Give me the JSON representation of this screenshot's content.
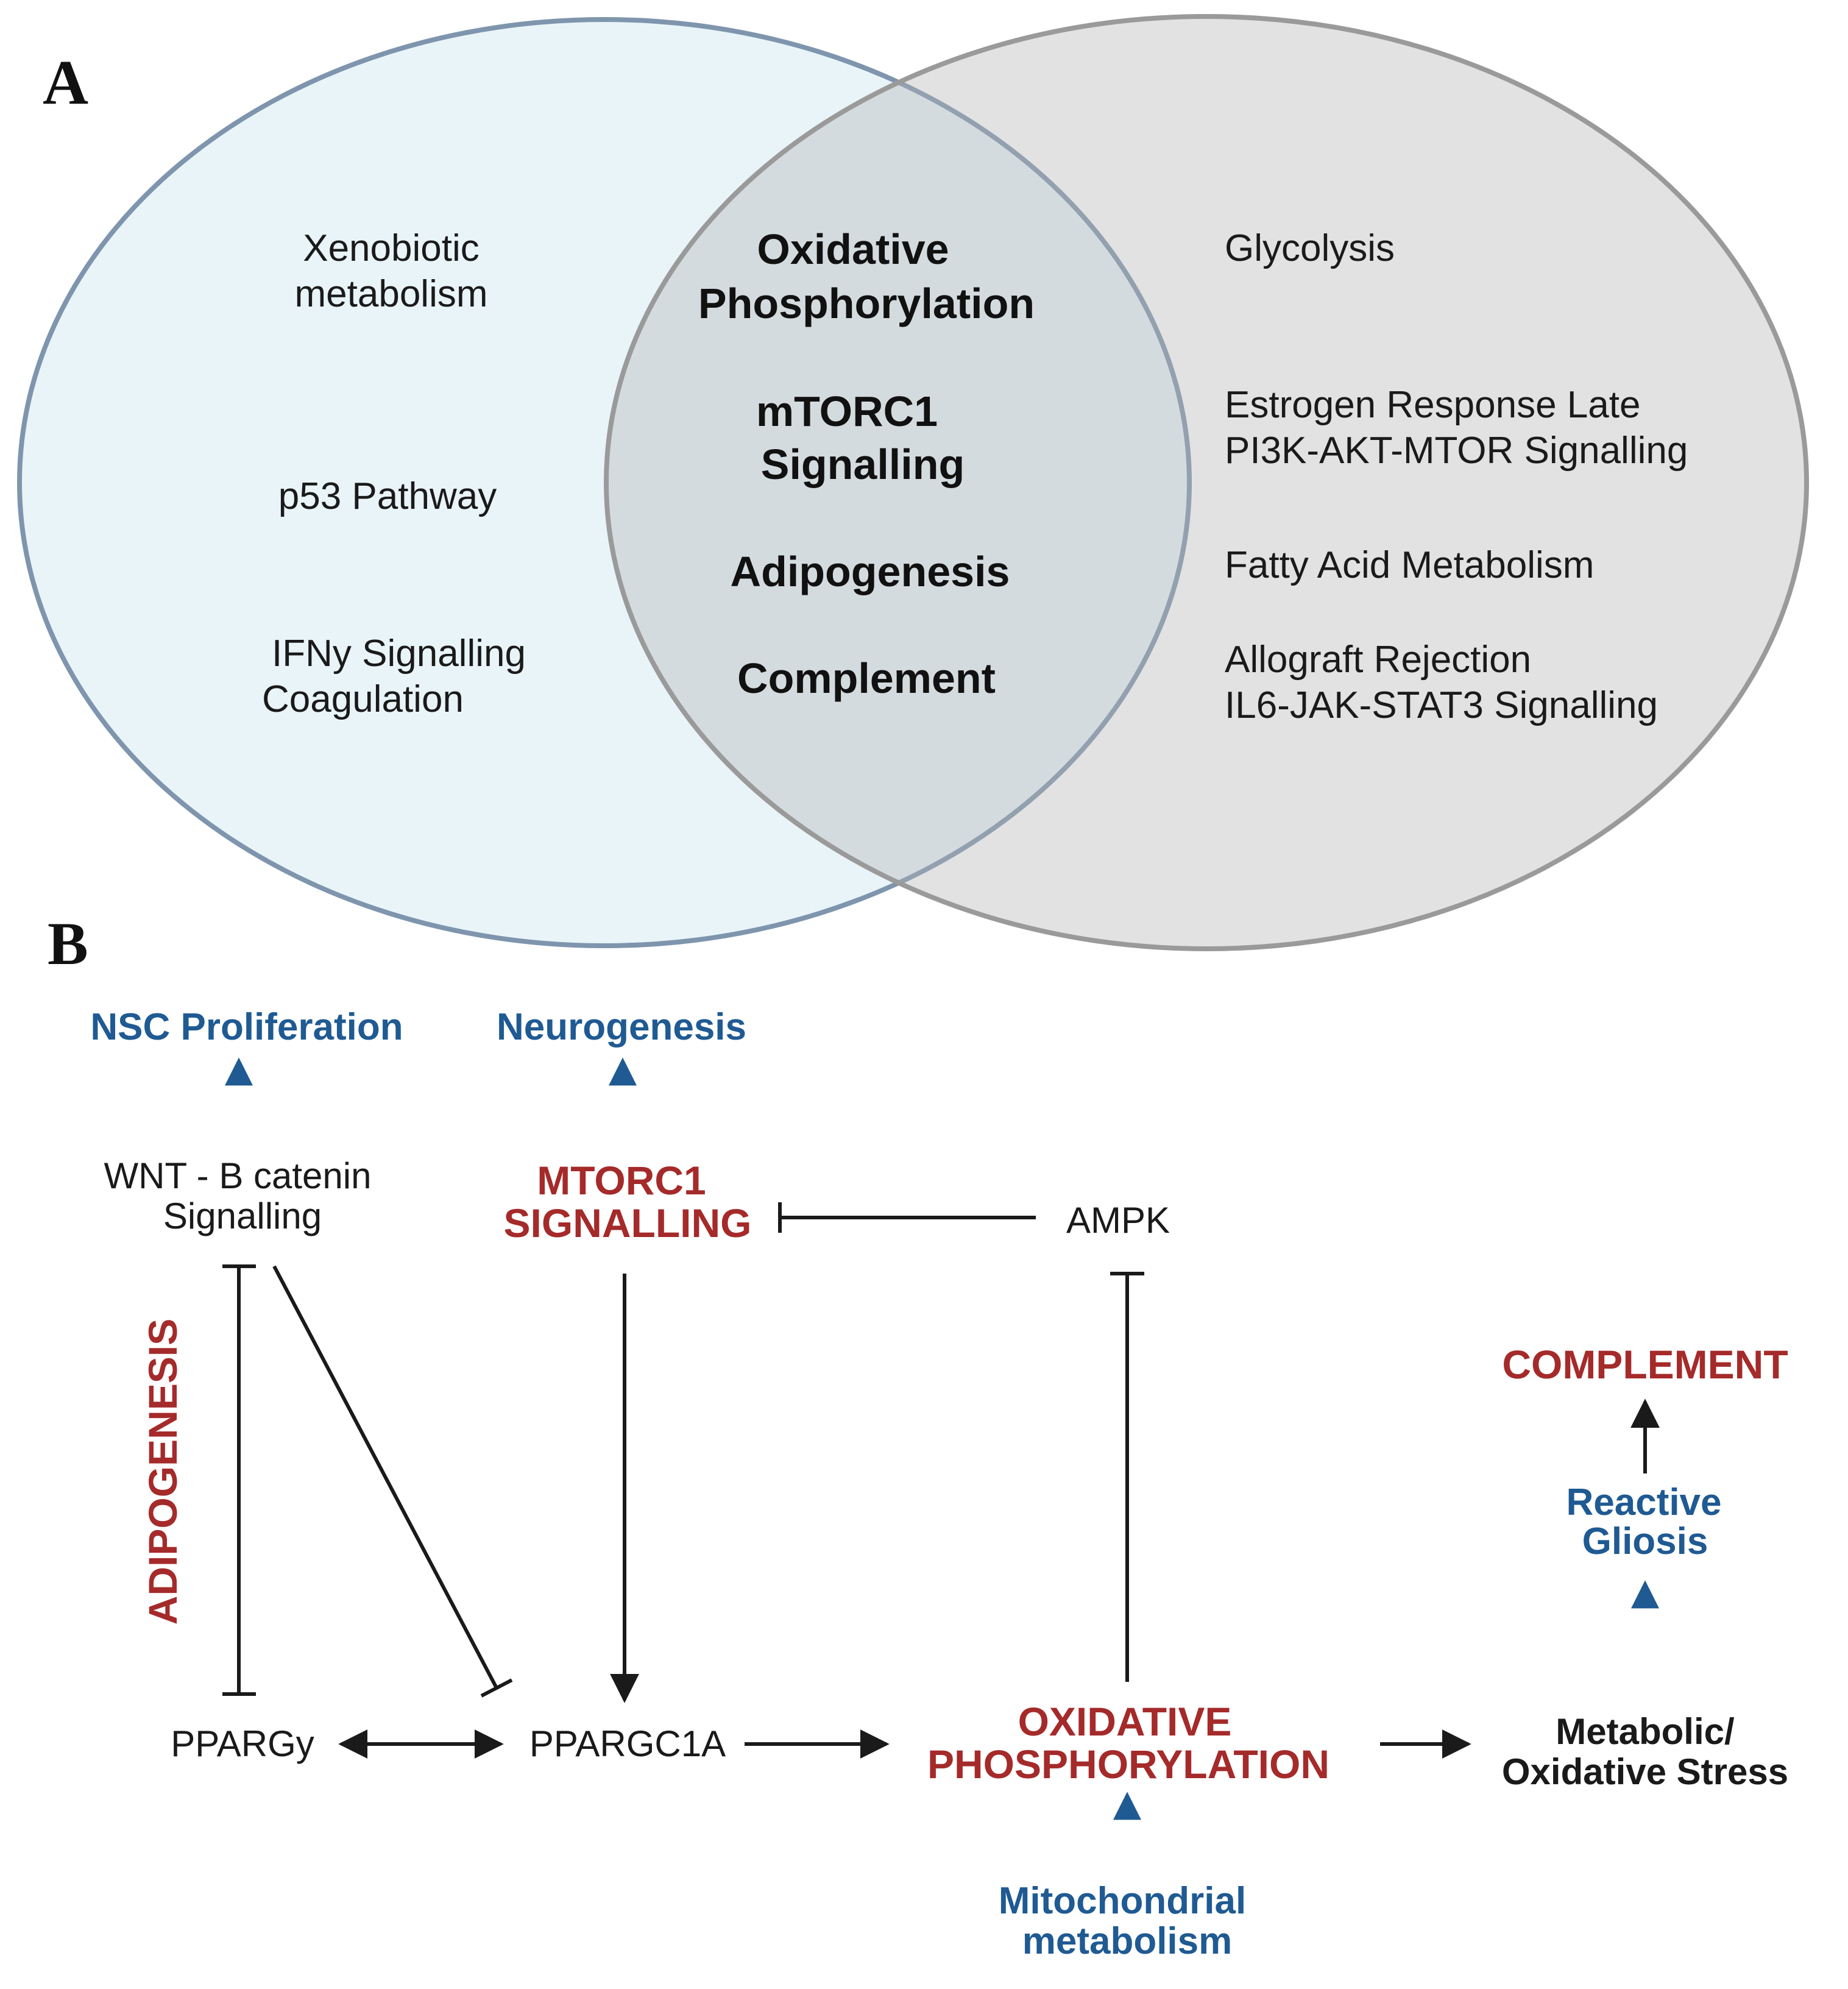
{
  "panel_a": {
    "label": "A",
    "left_set": [
      "Xenobiotic",
      "metabolism",
      "p53 Pathway",
      "IFNy Signalling",
      "Coagulation"
    ],
    "shared_set": [
      "Oxidative",
      "Phosphorylation",
      "mTORC1",
      "Signalling",
      "Adipogenesis",
      "Complement"
    ],
    "right_set": [
      "Glycolysis",
      "Estrogen Response Late",
      "PI3K-AKT-MTOR Signalling",
      "Fatty Acid Metabolism",
      "Allograft Rejection",
      "IL6-JAK-STAT3 Signalling"
    ]
  },
  "panel_b": {
    "label": "B",
    "nsc_proliferation": "NSC Proliferation",
    "neurogenesis": "Neurogenesis",
    "wnt_line1": "WNT - B catenin",
    "wnt_line2": "Signalling",
    "mtorc1_line1": "MTORC1",
    "mtorc1_line2": "SIGNALLING",
    "ampk": "AMPK",
    "adipogenesis": "ADIPOGENESIS",
    "complement": "COMPLEMENT",
    "reactive_line1": "Reactive",
    "reactive_line2": "Gliosis",
    "ppargy": "PPARGy",
    "ppargc1a": "PPARGC1A",
    "oxphos_line1": "OXIDATIVE",
    "oxphos_line2": "PHOSPHORYLATION",
    "stress_line1": "Metabolic/",
    "stress_line2": "Oxidative Stress",
    "mito_line1": "Mitochondrial",
    "mito_line2": "metabolism"
  },
  "colors": {
    "left_circle_fill": "#e9f4f9",
    "left_circle_stroke": "#7e95ad",
    "right_circle_fill": "#e2e2e2",
    "right_circle_stroke": "#9a9a9a",
    "red": "#a52a2a",
    "blue": "#1f5a93",
    "black": "#1a1a1a"
  }
}
